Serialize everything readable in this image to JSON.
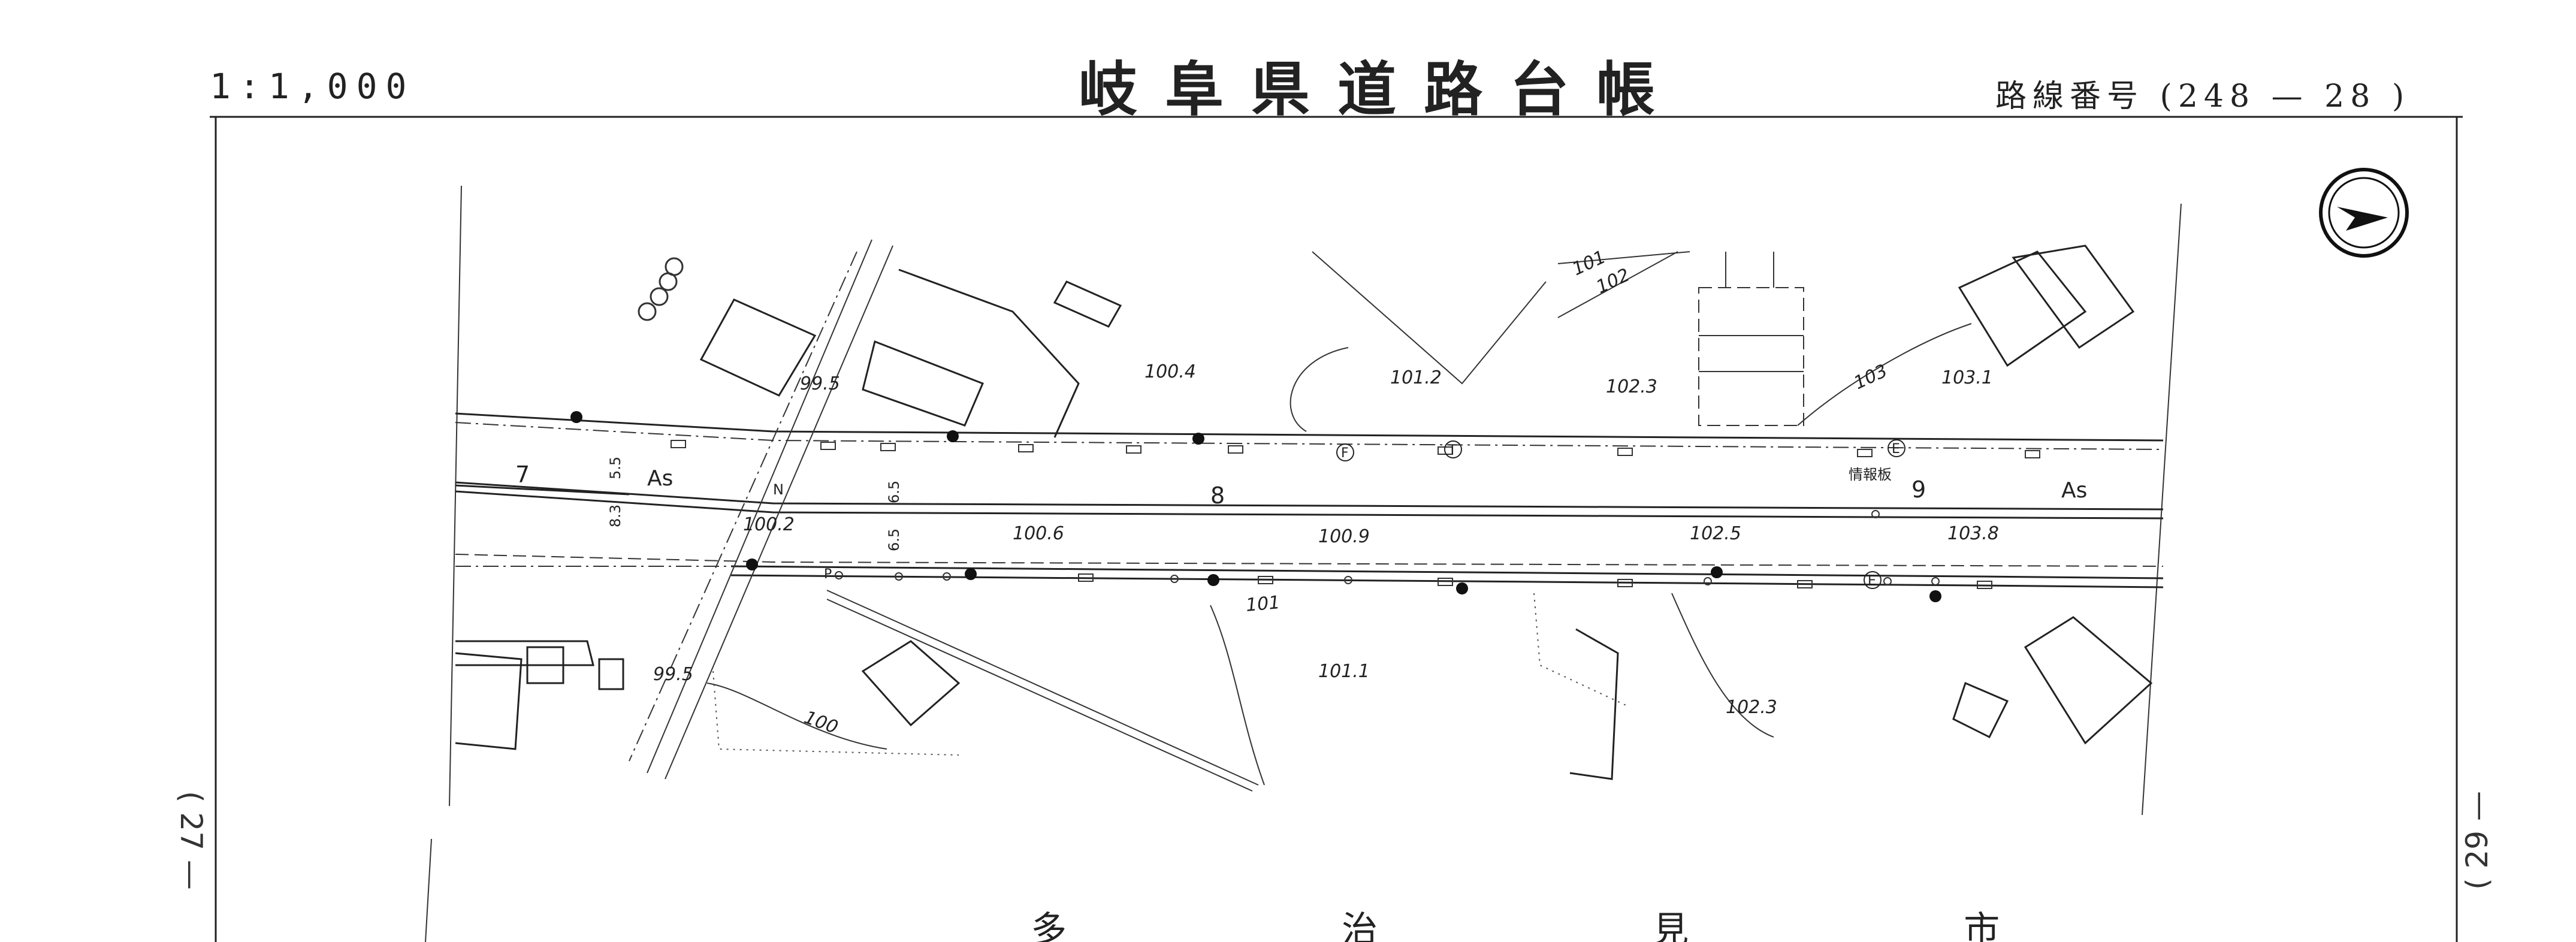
{
  "header": {
    "scale": "1:1,000",
    "title": "岐阜県道路台帳",
    "route_number": "路線番号 (248 — 28 )"
  },
  "margin": {
    "left_page": "( 27 —",
    "right_page": "( 29 —"
  },
  "map": {
    "north_arrow_icon": "north-arrow-icon",
    "station_labels": [
      "7",
      "8",
      "9"
    ],
    "surface_labels": [
      "As",
      "As"
    ],
    "north_marker": "N",
    "widths": [
      "5.5",
      "8.3",
      "6.5",
      "6.5"
    ],
    "elevations_road": [
      "100.2",
      "100.6",
      "100.9",
      "102.5",
      "103.8"
    ],
    "elevations_area": [
      "99.5",
      "100.4",
      "101.2",
      "102.3",
      "103.1",
      "101.1",
      "102.3",
      "99.5"
    ],
    "contours": [
      "100",
      "101",
      "101",
      "102",
      "103"
    ],
    "sign_label": "情報板",
    "place_name": "多 治 見 市",
    "symbols": [
      "F",
      "T",
      "E",
      "E",
      "P"
    ]
  }
}
